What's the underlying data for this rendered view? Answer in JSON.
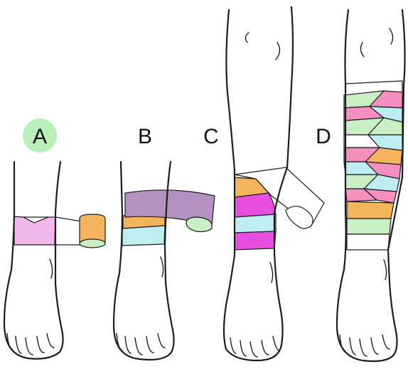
{
  "panels": [
    {
      "id": "A",
      "label": "A",
      "label_highlight": "#b9f0b9"
    },
    {
      "id": "B",
      "label": "B"
    },
    {
      "id": "C",
      "label": "C"
    },
    {
      "id": "D",
      "label": "D"
    }
  ],
  "colors": {
    "pink": "#f2b8ee",
    "orange": "#f5b35c",
    "light_green": "#c8f0c4",
    "purple": "#b491c0",
    "cyan": "#bfeef2",
    "magenta": "#e64fe0",
    "hot_pink": "#f58fc0",
    "white": "#ffffff"
  }
}
